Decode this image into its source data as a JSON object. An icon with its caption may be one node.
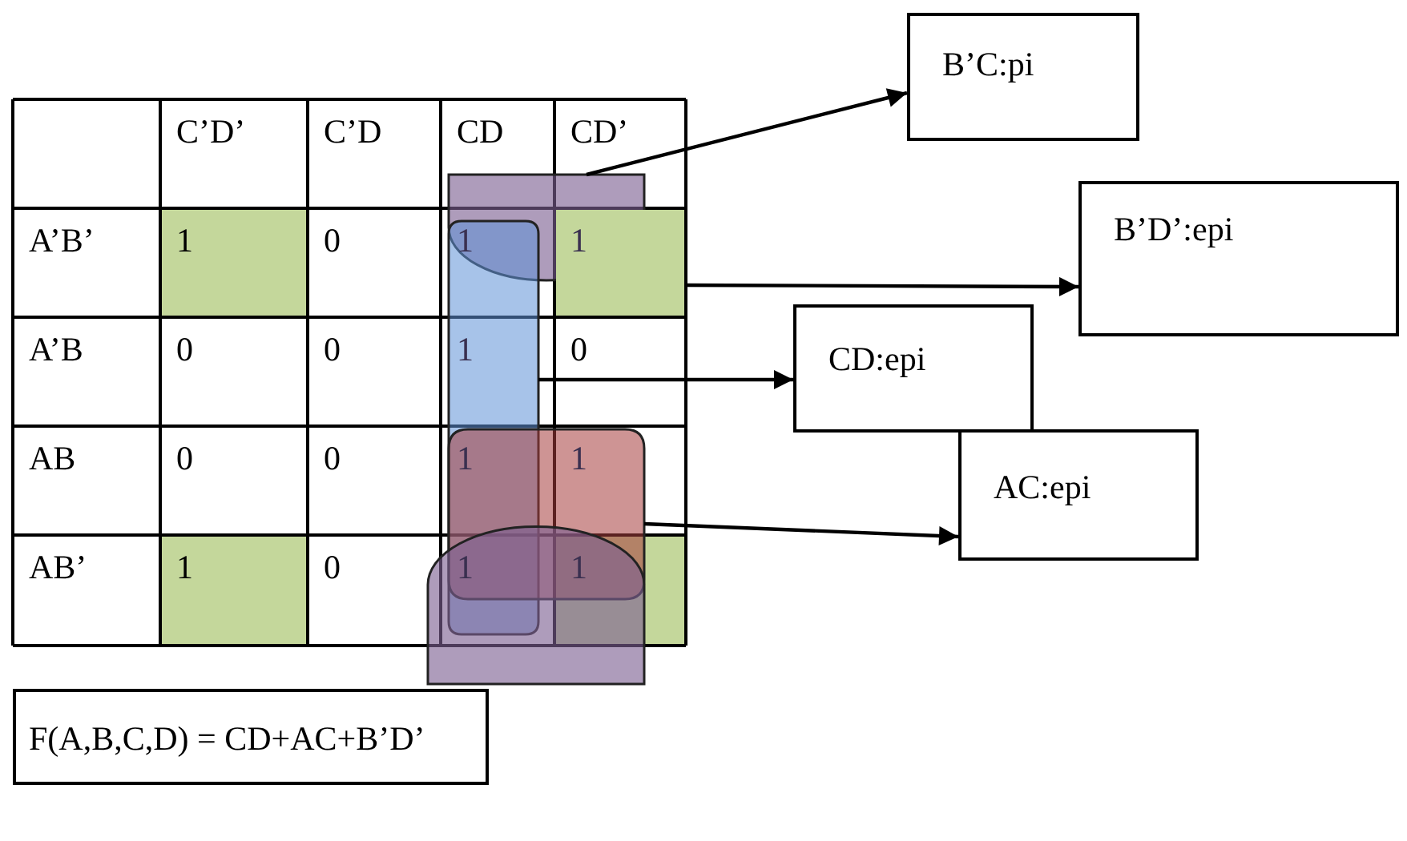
{
  "diagram": {
    "nodes": [
      {
        "text": [
          "B’C:pi"
        ]
      },
      {
        "text": [
          "B’D’:epi"
        ]
      },
      {
        "text": [
          "CD:epi"
        ]
      },
      {
        "text": [
          "AC:epi"
        ]
      },
      {
        "text": [
          "F(A,B,C,D) = CD+AC+B’D’"
        ]
      },
      {
        "text": [],
        "shape": "box"
      },
      {
        "text": [],
        "shape": "box"
      },
      {
        "text": [],
        "shape": "box"
      },
      {
        "text": [],
        "shape": "box"
      }
    ],
    "edges": [
      {
        "from": 5,
        "to": 0,
        "arrow": "to"
      },
      {
        "from": 6,
        "to": 1,
        "arrow": "to"
      },
      {
        "from": 7,
        "to": 2,
        "arrow": "to"
      },
      {
        "from": 8,
        "to": 3,
        "arrow": "to"
      }
    ],
    "labels": [
      "C’D’",
      "C’D",
      "CD",
      "CD’",
      "A’B’",
      "1",
      "0",
      "1",
      "1",
      "A’B",
      "0",
      "0",
      "1",
      "0",
      "AB",
      "0",
      "0",
      "1",
      "1",
      "AB’",
      "1",
      "0",
      "1",
      "1"
    ]
  }
}
